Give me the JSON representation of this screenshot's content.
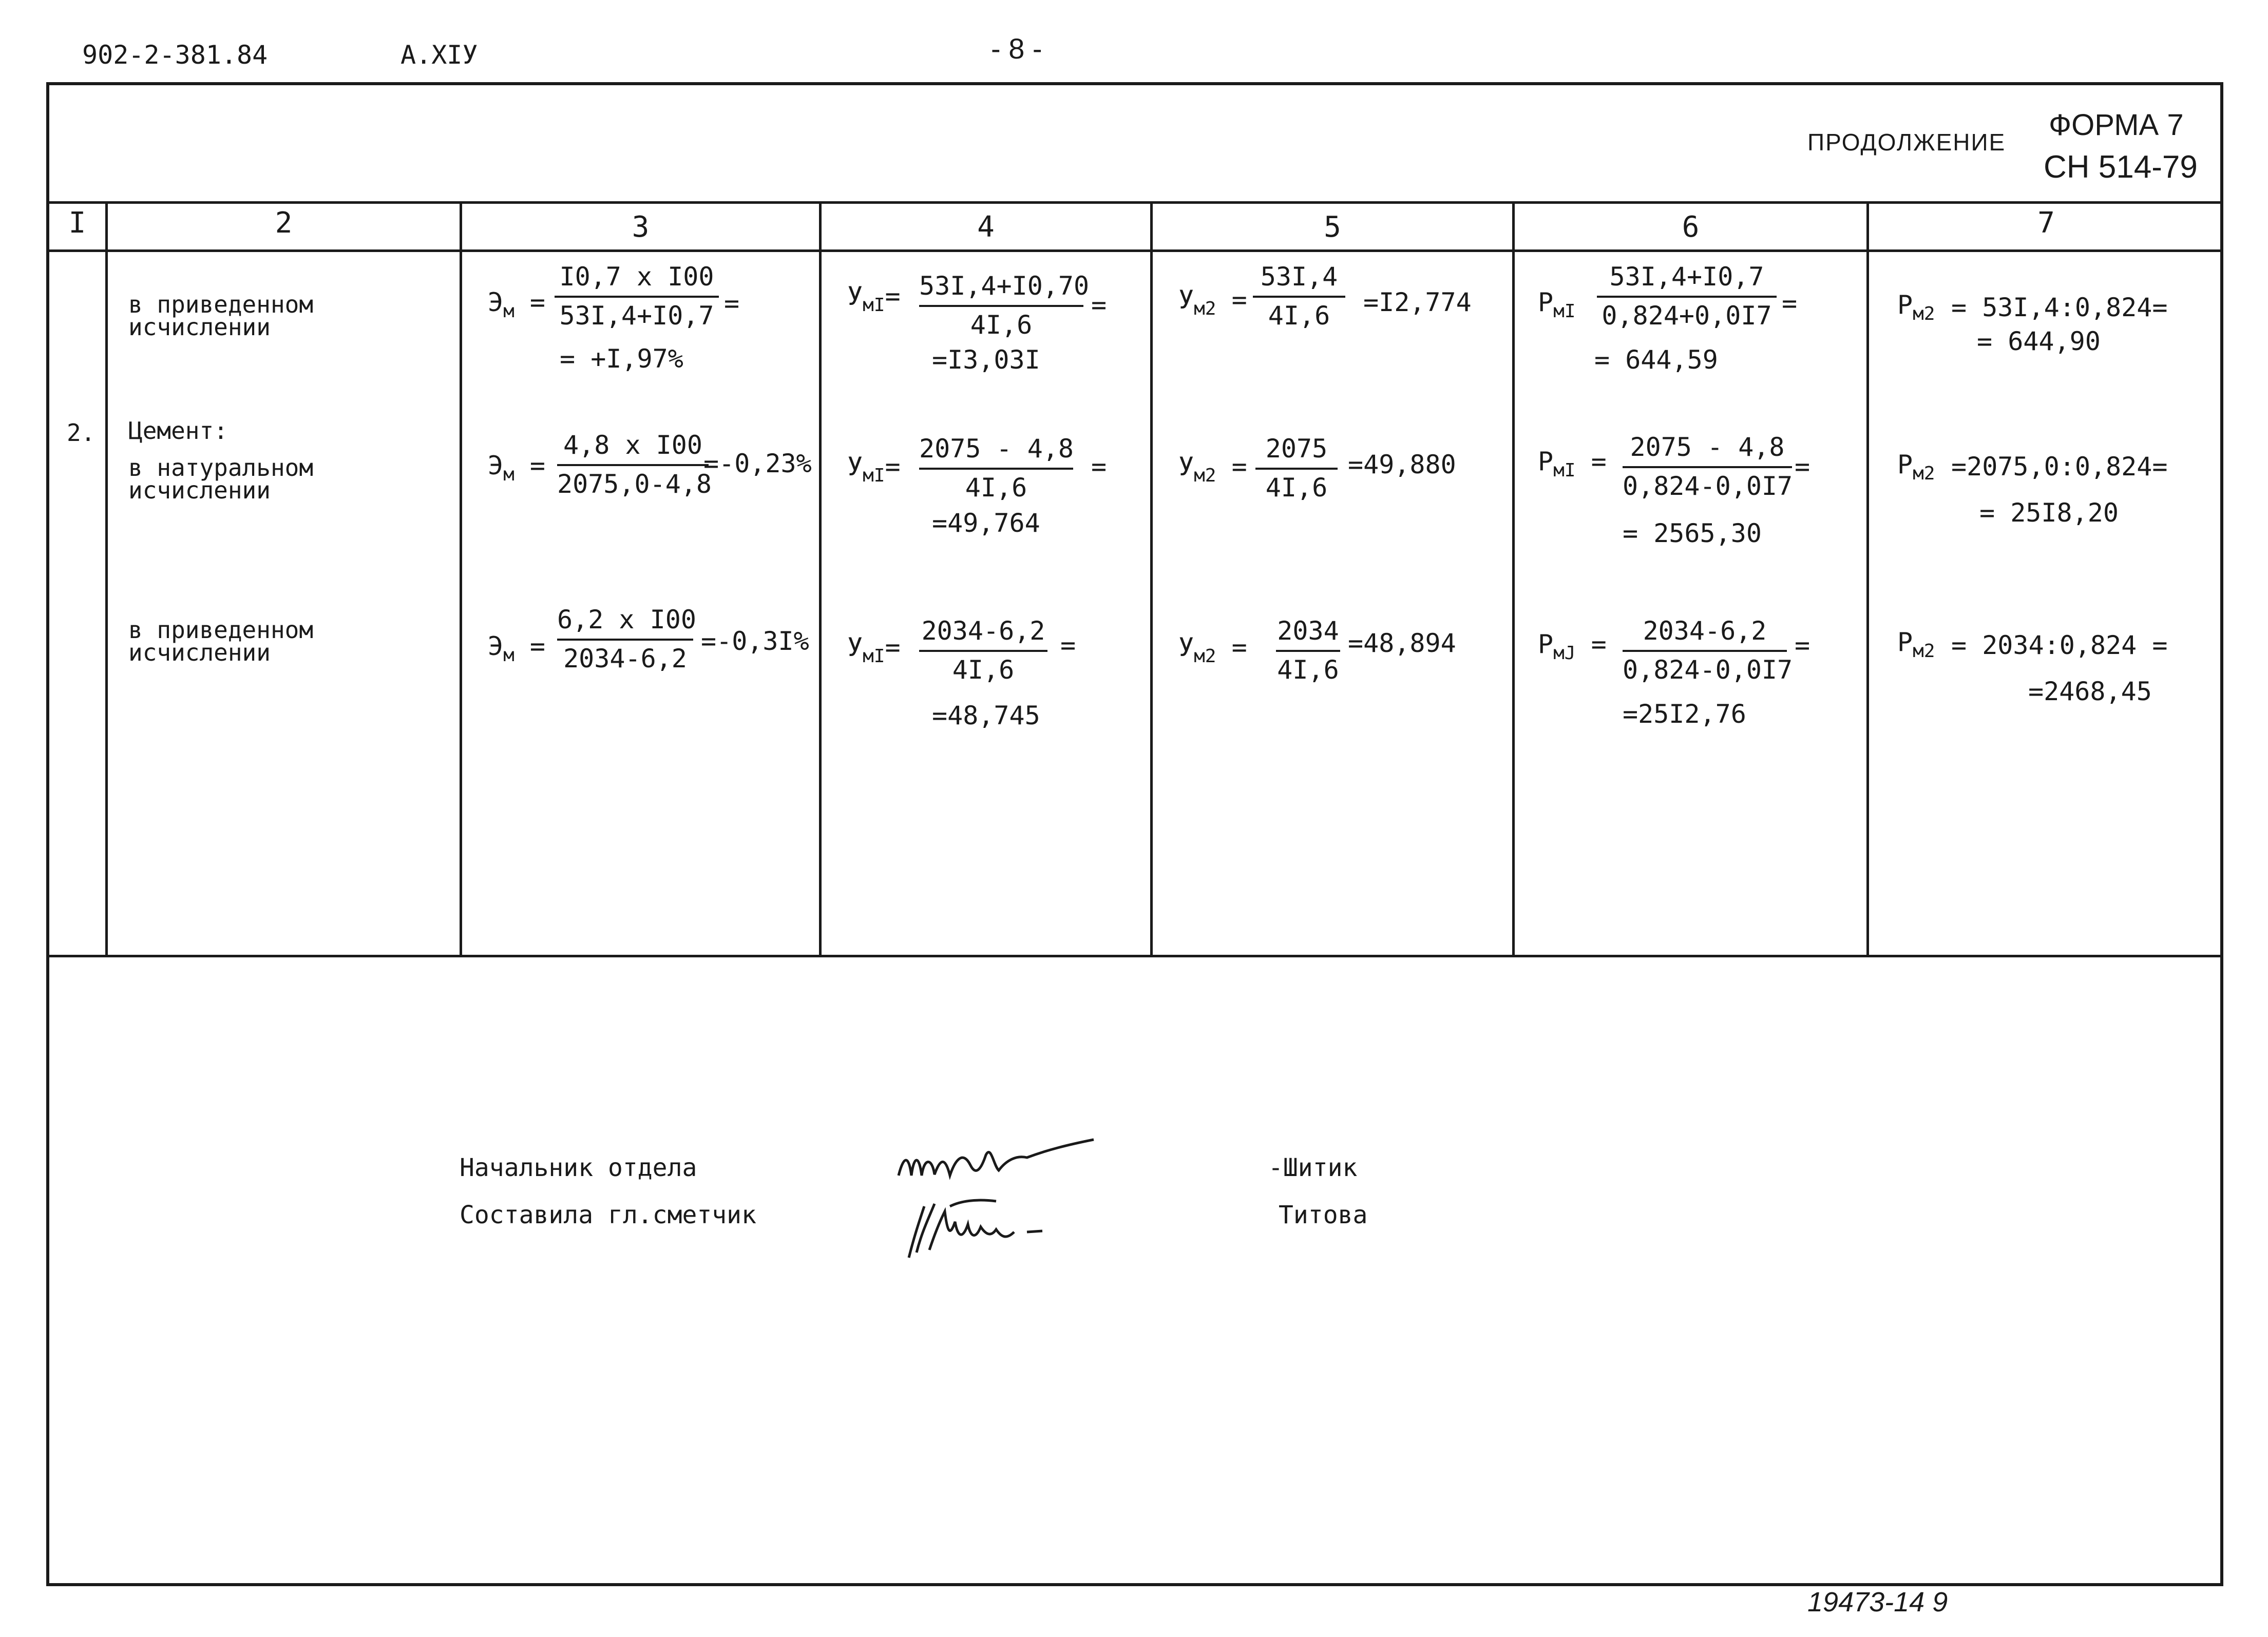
{
  "header": {
    "doc_code": "902-2-381.84",
    "album": "А.XIУ",
    "page": "- 8 -",
    "continuation": "ПРОДОЛЖЕНИЕ",
    "form_line1": "ФОРМА 7",
    "form_line2": "СН 514-79"
  },
  "columns": [
    "I",
    "2",
    "3",
    "4",
    "5",
    "6",
    "7"
  ],
  "rows": [
    {
      "num": "",
      "desc": [
        "в приведенном",
        "исчислении"
      ],
      "c3": {
        "lhs": "Э",
        "sub": "м",
        "num": "I0,7 x I00",
        "den": "53I,4+I0,7",
        "tail": "=",
        "res": "= +I,97%"
      },
      "c4": {
        "lhs": "У",
        "sub": "мI",
        "num": "53I,4+I0,70",
        "den": "4I,6",
        "tail": "=",
        "res": "=I3,03I"
      },
      "c5": {
        "lhs": "У",
        "sub": "м2",
        "num": "53I,4",
        "den": "4I,6",
        "tail": "=I2,774"
      },
      "c6": {
        "lhs": "Р",
        "sub": "мI",
        "num": "53I,4+I0,7",
        "den": "0,824+0,0I7",
        "tail": "=",
        "res": "= 644,59"
      },
      "c7": {
        "lhs": "Р",
        "sub": "м2",
        "line1": "= 53I,4:0,824=",
        "line2": "= 644,90"
      }
    },
    {
      "num": "2.",
      "material": "Цемент:",
      "desc": [
        "в натуральном",
        "исчислении"
      ],
      "c3": {
        "lhs": "Э",
        "sub": "м",
        "num": "4,8 x I00",
        "den": "2075,0-4,8",
        "tail": "=-0,23%"
      },
      "c4": {
        "lhs": "У",
        "sub": "мI",
        "num": "2075 - 4,8",
        "den": "4I,6",
        "tail": "=",
        "res": "=49,764"
      },
      "c5": {
        "lhs": "У",
        "sub": "м2",
        "num": "2075",
        "den": "4I,6",
        "tail": "=49,880"
      },
      "c6": {
        "lhs": "Р",
        "sub": "мI",
        "num": "2075 - 4,8",
        "den": "0,824-0,0I7",
        "tail": "=",
        "res": "= 2565,30"
      },
      "c7": {
        "lhs": "Р",
        "sub": "м2",
        "line1": "=2075,0:0,824=",
        "line2": "= 25I8,20"
      }
    },
    {
      "num": "",
      "desc": [
        "в приведенном",
        "исчислении"
      ],
      "c3": {
        "lhs": "Э",
        "sub": "м",
        "num": "6,2 x I00",
        "den": "2034-6,2",
        "tail": "=-0,3I%"
      },
      "c4": {
        "lhs": "У",
        "sub": "мI",
        "num": "2034-6,2",
        "den": "4I,6",
        "tail": "=",
        "res": "=48,745"
      },
      "c5": {
        "lhs": "У",
        "sub": "м2",
        "num": "2034",
        "den": "4I,6",
        "tail": "=48,894"
      },
      "c6": {
        "lhs": "Р",
        "sub": "мJ",
        "num": "2034-6,2",
        "den": "0,824-0,0I7",
        "tail": "=",
        "res": "=25I2,76"
      },
      "c7": {
        "lhs": "Р",
        "sub": "м2",
        "line1": "= 2034:0,824 =",
        "line2": "=2468,45"
      }
    }
  ],
  "signatures": {
    "role1": "Начальник отдела",
    "role2": "Составила гл.сметчик",
    "name1": "-Шитик",
    "name2": "Титова"
  },
  "footer_number": "19473-14  9"
}
